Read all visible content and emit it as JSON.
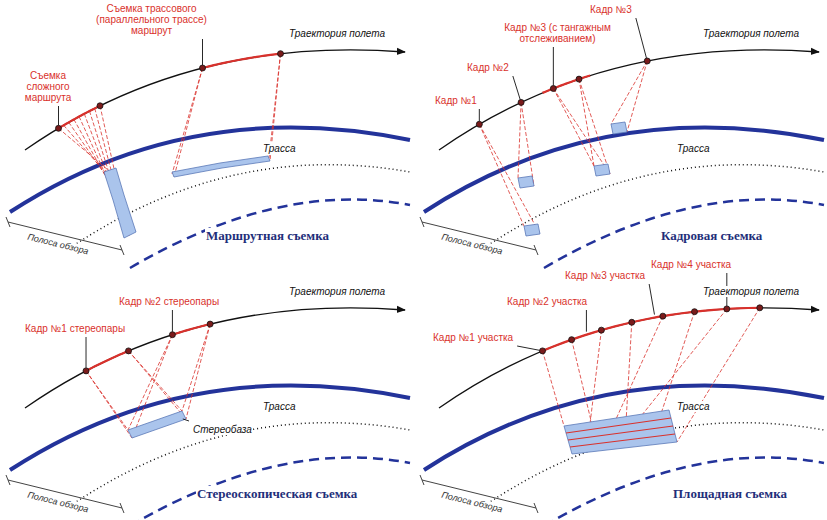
{
  "diagram": {
    "labels": [
      "Съемка трассового (параллельного трассе) маршрут",
      "Съемка сложного маршрута",
      "Траектория полета",
      "Трасса",
      "Полоса обзора",
      "Маршрутная съемка",
      "Кадр №3",
      "Кадр №3 (с тангажным отслеживанием)",
      "Кадр №2",
      "Кадр №1",
      "Траектория полета",
      "Трасса",
      "Полоса обзора",
      "Кадровая съемка",
      "Кадр №2 стереопары",
      "Кадр №1 стереопары",
      "Траектория полета",
      "Трасса",
      "Стереобаза",
      "Полоса обзора",
      "Стереоскопическая съемка",
      "Кадр №3 участка",
      "Кадр №4 участка",
      "Кадр №2 участка",
      "Кадр №1 участка",
      "Траектория полета",
      "Трасса",
      "Полоса обзора",
      "Площадная съемка"
    ]
  }
}
